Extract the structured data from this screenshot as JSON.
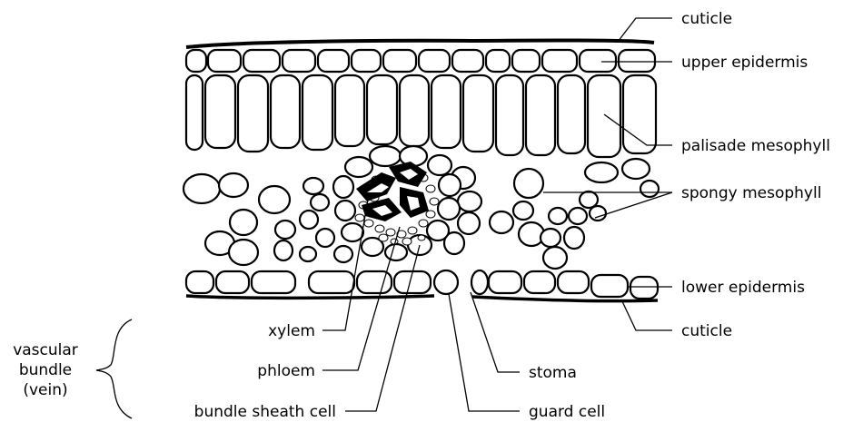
{
  "labels": {
    "cuticle_top": "cuticle",
    "upper_epidermis": "upper epidermis",
    "palisade_mesophyll": "palisade mesophyll",
    "spongy_mesophyll": "spongy mesophyll",
    "lower_epidermis": "lower epidermis",
    "cuticle_bottom": "cuticle",
    "stoma": "stoma",
    "guard_cell": "guard cell",
    "xylem": "xylem",
    "phloem": "phloem",
    "bundle_sheath_cell": "bundle sheath cell",
    "vascular_bundle": [
      "vascular",
      "bundle",
      "(vein)"
    ]
  }
}
